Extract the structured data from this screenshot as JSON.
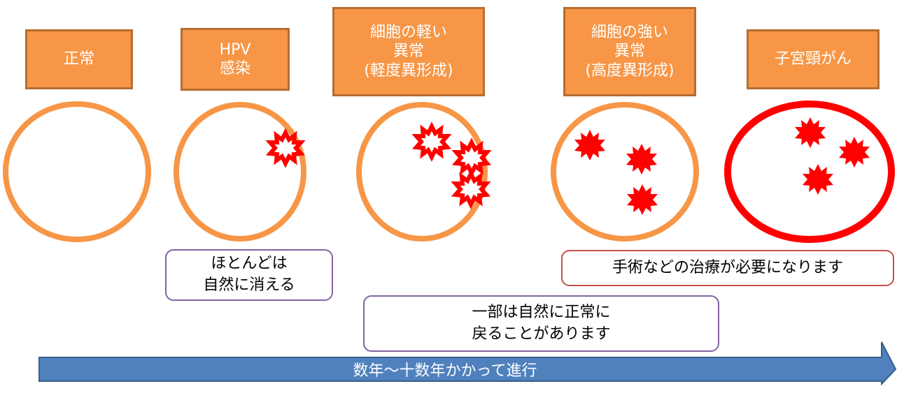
{
  "stages": [
    {
      "label": "正常"
    },
    {
      "label": "HPV\n感染"
    },
    {
      "label": "細胞の軽い\n異常\n(軽度異形成)"
    },
    {
      "label": "細胞の強い\n異常\n(高度異形成)"
    },
    {
      "label": "子宮頸がん"
    }
  ],
  "notes": {
    "hpv": "ほとんどは\n自然に消える",
    "mild": "一部は自然に正常に\n戻ることがあります",
    "treatment": "手術などの治療が必要になります"
  },
  "progress_arrow": {
    "label": "数年〜十数年かかって進行"
  },
  "colors": {
    "stage_fill": "#f79646",
    "stage_border": "#b66d31",
    "cell_ring": "#f79646",
    "cancer_ring": "#ff0000",
    "lesion": "#ff0000",
    "arrow_fill": "#4f81bd",
    "arrow_border": "#385d8a"
  }
}
